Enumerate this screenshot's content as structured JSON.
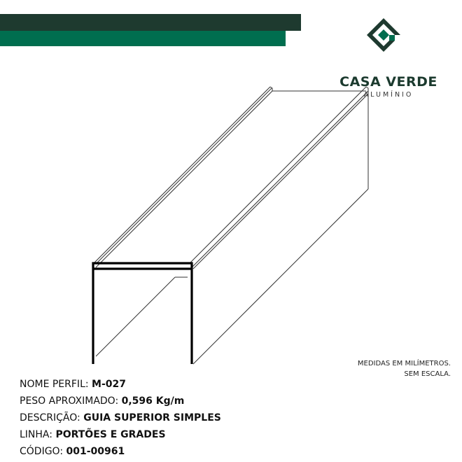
{
  "brand": {
    "name": "CASA VERDE",
    "subtitle": "ALUMÍNIO",
    "colors": {
      "dark": "#1e3a2f",
      "green": "#006e4f"
    }
  },
  "note": {
    "line1": "MEDIDAS EM MILÍMETROS.",
    "line2": "SEM ESCALA."
  },
  "specs": [
    {
      "label": "NOME PERFIL: ",
      "value": "M-027"
    },
    {
      "label": "PESO APROXIMADO: ",
      "value": "0,596 Kg/m"
    },
    {
      "label": "DESCRIÇÃO: ",
      "value": "GUIA SUPERIOR SIMPLES"
    },
    {
      "label": "LINHA: ",
      "value": "PORTÕES E GRADES"
    },
    {
      "label": "CÓDIGO: ",
      "value": "001-00961"
    }
  ]
}
